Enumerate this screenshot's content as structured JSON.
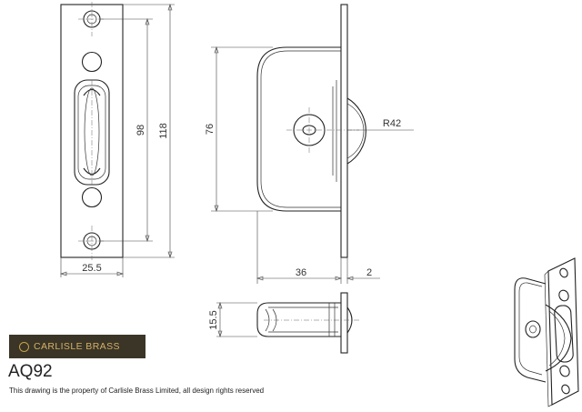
{
  "brand": {
    "logo_text": "CARLISLE BRASS"
  },
  "product_code": "AQ92",
  "notice": "This drawing is the property of Carlisle Brass Limited, all design rights reserved",
  "dimensions": {
    "face_width": "25.5",
    "face_length": "118",
    "fixing_centres": "98",
    "body_height": "76",
    "wheel_radius": "R42",
    "body_depth": "36",
    "plate_thickness": "2",
    "wheel_thickness": "15.5"
  }
}
